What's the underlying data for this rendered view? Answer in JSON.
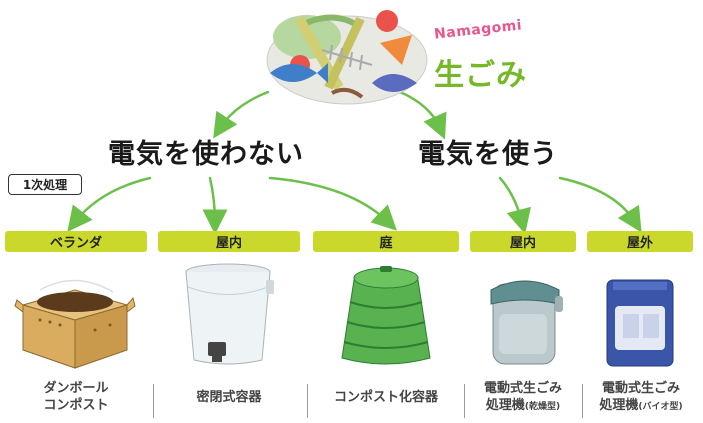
{
  "title": {
    "romaji": "Namagomi",
    "japanese": "生ごみ"
  },
  "branches": [
    {
      "label": "電気を使わない"
    },
    {
      "label": "電気を使う"
    }
  ],
  "stage_badge": "1次処理",
  "locations": [
    "ベランダ",
    "屋内",
    "庭",
    "屋内",
    "屋外"
  ],
  "methods": [
    {
      "line1": "ダンボール",
      "line2": "コンポスト",
      "note": ""
    },
    {
      "line1": "密閉式容器",
      "line2": "",
      "note": ""
    },
    {
      "line1": "コンポスト化容器",
      "line2": "",
      "note": ""
    },
    {
      "line1": "電動式生ごみ",
      "line2": "処理機",
      "note": "(乾燥型)"
    },
    {
      "line1": "電動式生ごみ",
      "line2": "処理機",
      "note": "(バイオ型)"
    }
  ],
  "colors": {
    "location_tag": "#c9d82b",
    "arrow": "#6cc04a",
    "title_romaji": "#e8568e",
    "title_japanese": "#76b82a"
  },
  "icons": [
    "food-waste-icon",
    "cardboard-box-icon",
    "sealed-bucket-icon",
    "compost-bin-icon",
    "dryer-machine-icon",
    "bio-machine-icon"
  ]
}
